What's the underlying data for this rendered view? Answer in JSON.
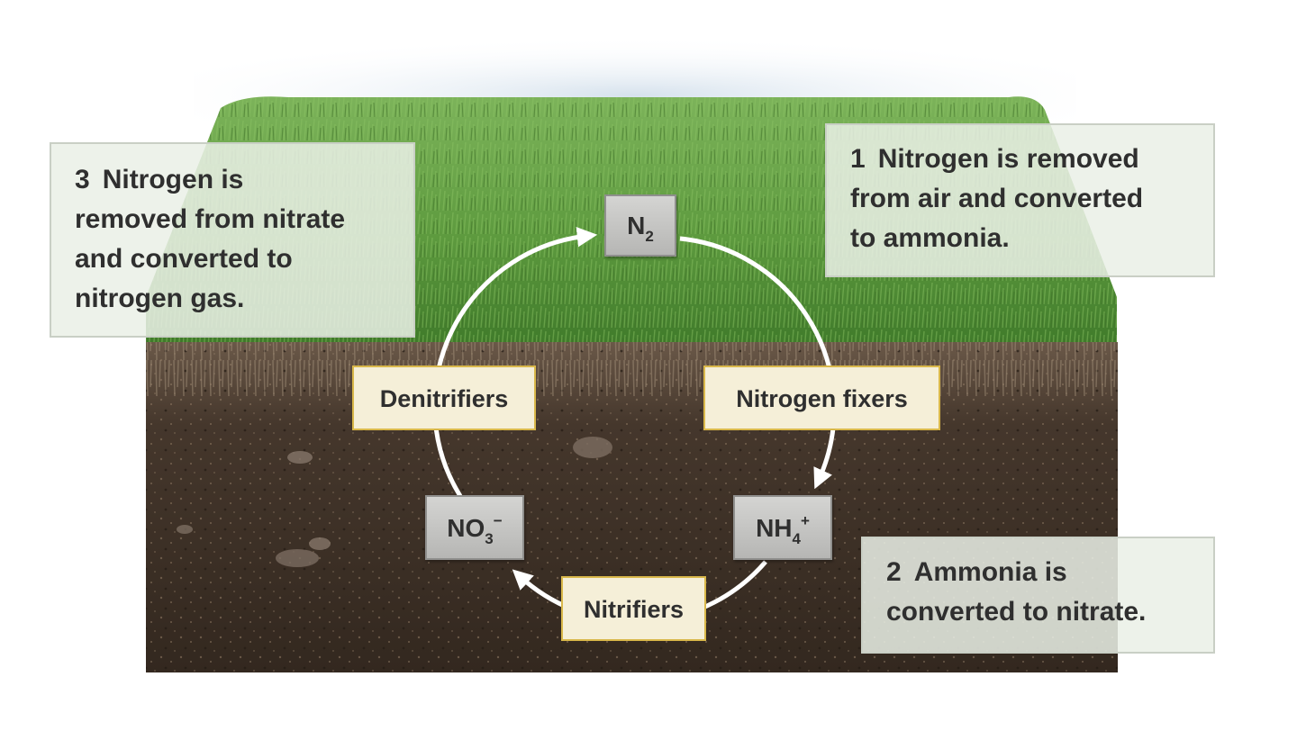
{
  "colors": {
    "sky": "#dce7ef",
    "grass": "#5f9a41",
    "soil": "#3c2f26",
    "bacteria_label_border": "#d9b84a",
    "bacteria_label_fill": "#f5efd8",
    "panel_fill": "#eaf0e6",
    "cycle_arrow": "#ffffff"
  },
  "steps": [
    {
      "number": "1",
      "lines": [
        "Nitrogen is removed",
        "from air and converted",
        "to ammonia."
      ]
    },
    {
      "number": "2",
      "lines": [
        "Ammonia is",
        "converted to nitrate."
      ]
    },
    {
      "number": "3",
      "lines": [
        "Nitrogen is",
        "removed from nitrate",
        "and converted to",
        "nitrogen gas."
      ]
    }
  ],
  "compounds": {
    "n2": {
      "base": "N",
      "sub": "2"
    },
    "nh4": {
      "base": "NH",
      "sub": "4",
      "sup": "+"
    },
    "no3": {
      "base": "NO",
      "sub": "3",
      "sup": "−"
    }
  },
  "bacteria": {
    "denitrifiers": "Denitrifiers",
    "nitrogen_fixers": "Nitrogen fixers",
    "nitrifiers": "Nitrifiers"
  }
}
